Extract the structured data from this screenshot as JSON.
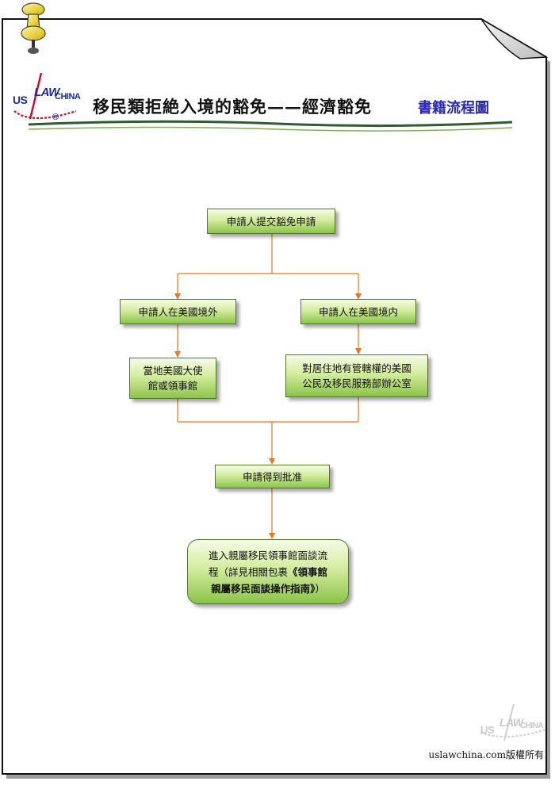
{
  "header": {
    "logo_text": "US LAWCHINA",
    "logo_us": "US",
    "logo_law": "LAW",
    "logo_china": "CHINA",
    "logo_reg": "®",
    "title": "移民類拒絶入境的豁免——經濟豁免",
    "subtitle": "書籍流程圖"
  },
  "flowchart": {
    "start": "申請人提交豁免申請",
    "branch_left": "申請人在美國境外",
    "branch_right": "申請人在美國境内",
    "left_office": [
      "當地美國大使",
      "館或領事館"
    ],
    "right_office": [
      "對居住地有管轄權的美國",
      "公民及移民服務部辦公室"
    ],
    "approved": "申請得到批准",
    "final": {
      "line1": "進入親屬移民領事館面談流",
      "line2_plain": "程（詳見相關包裹",
      "line2_bold": "《領事館",
      "line3_bold": "親屬移民面談操作指南》",
      "line3_plain": "）"
    }
  },
  "footer": {
    "copyright": "uslawchina.com版權所有",
    "watermark_us": "US",
    "watermark_law": "LAW",
    "watermark_china": "CHINA"
  },
  "colors": {
    "connector": "#e87722",
    "node_border": "#4f7a2a",
    "title_blue": "#2a2aa8"
  }
}
